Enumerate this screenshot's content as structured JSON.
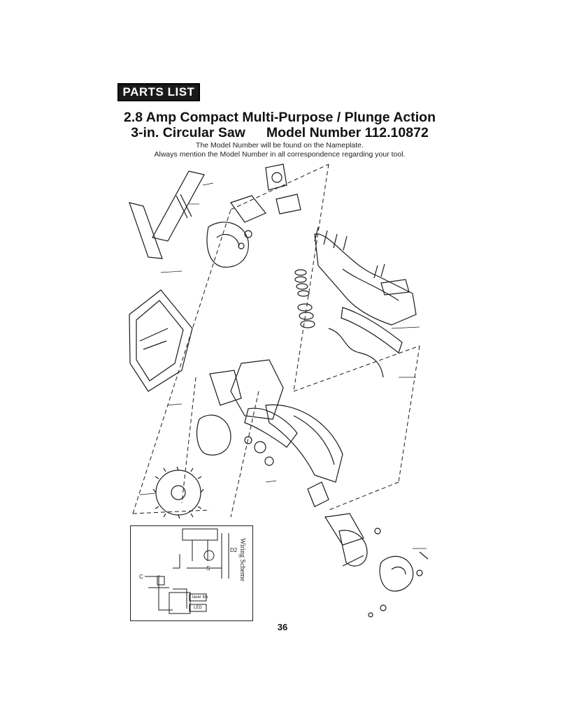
{
  "header": {
    "badge": "PARTS LIST",
    "title_line1": "2.8 Amp Compact Multi-Purpose / Plunge Action",
    "title_line2_part1": "3-in. Circular Saw",
    "title_line2_part2": "Model Number 112.10872",
    "note_line1": "The Model Number will be found on the Nameplate.",
    "note_line2": "Always mention the Model Number in all correspondence regarding your tool."
  },
  "wiring": {
    "title": "Wiring Scheme",
    "label_c": "C",
    "label_d": "D2",
    "label_s": "S",
    "label_led": "LED",
    "label_laser": "laser lite"
  },
  "footer": {
    "page_number": "36"
  },
  "colors": {
    "ink": "#1a1a1a",
    "badge_bg": "#1a1a1a",
    "badge_text": "#ffffff"
  }
}
